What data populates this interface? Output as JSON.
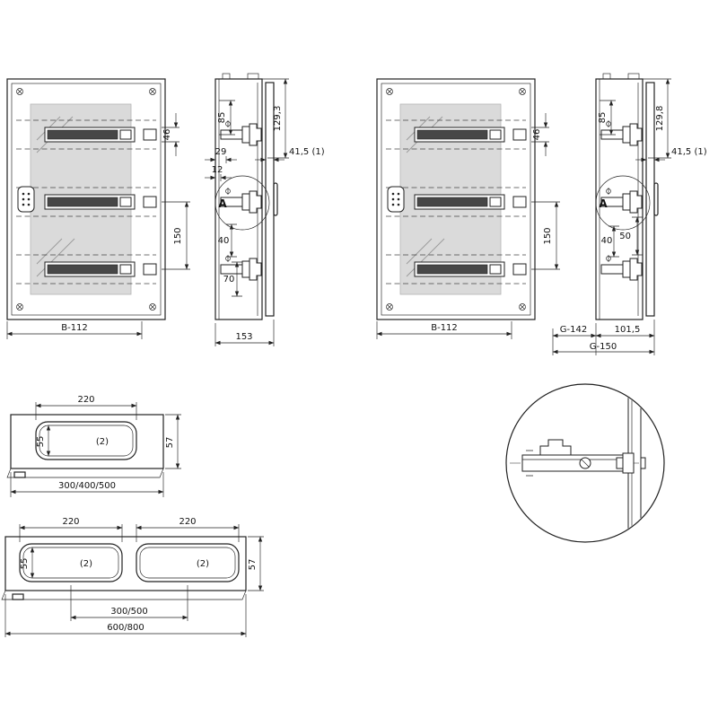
{
  "colors": {
    "line": "#222222",
    "glass_panel": "#dadada",
    "module_row": "#474747"
  },
  "views": {
    "front_left": {
      "row_height": "46",
      "row_pitch": "150",
      "width": "B-112"
    },
    "side_left": {
      "top_offset": "85",
      "height_top": "129,3",
      "offset_29": "29",
      "door_depth": "41,5 (1)",
      "offset_12": "12",
      "detail": "A",
      "offset_40": "40",
      "offset_70": "70",
      "depth": "153"
    },
    "front_right": {
      "row_height": "46",
      "row_pitch": "150",
      "width": "B-112"
    },
    "side_right": {
      "top_offset": "85",
      "height_top": "129,8",
      "door_depth": "41,5 (1)",
      "detail": "A",
      "offset_50": "50",
      "offset_40": "40",
      "g_left": "G-142",
      "body_depth": "101,5",
      "g_total": "G-150"
    },
    "top_small": {
      "cutout_w": "220",
      "cutout_h": "55",
      "qty": "(2)",
      "depth": "57",
      "widths": "300/400/500"
    },
    "top_large": {
      "cutout_w1": "220",
      "cutout_w2": "220",
      "cutout_h": "55",
      "qty1": "(2)",
      "qty2": "(2)",
      "depth": "57",
      "spacing": "300/500",
      "total": "600/800"
    }
  }
}
